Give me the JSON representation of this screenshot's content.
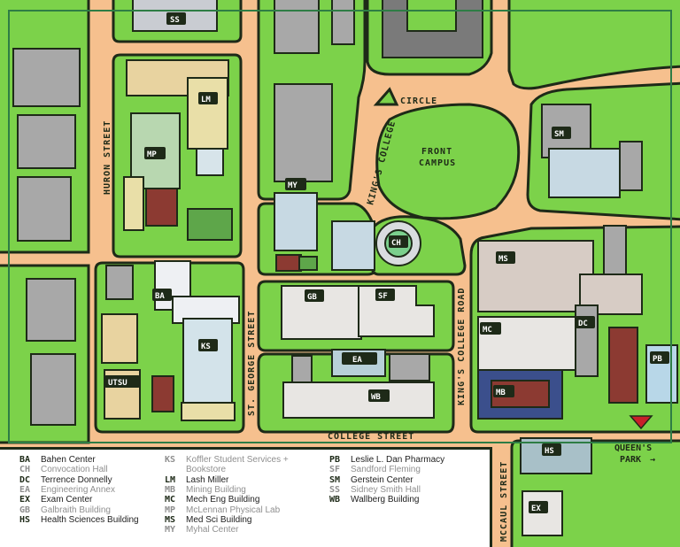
{
  "streets": {
    "huron": "HURON STREET",
    "st_george": "ST. GEORGE STREET",
    "kings_college": "KING'S COLLEGE",
    "kings_college_road": "KING'S COLLEGE ROAD",
    "circle": "CIRCLE",
    "college": "COLLEGE STREET",
    "mccaul": "MCCAUL STREET"
  },
  "areas": {
    "front_campus_line1": "FRONT",
    "front_campus_line2": "CAMPUS"
  },
  "subway": {
    "line1": "QUEEN'S",
    "line2": "PARK",
    "arrow": "→"
  },
  "pins": {
    "ss": "SS",
    "lm": "LM",
    "mp": "MP",
    "my": "MY",
    "ch": "CH",
    "sm": "SM",
    "ms": "MS",
    "ba": "BA",
    "gb": "GB",
    "sf": "SF",
    "ks": "KS",
    "ea": "EA",
    "wb": "WB",
    "mc": "MC",
    "dc": "DC",
    "pb": "PB",
    "mb": "MB",
    "hs": "HS",
    "ex": "EX",
    "utsu": "UTSU"
  },
  "legend": {
    "col1": [
      {
        "code": "BA",
        "name": "Bahen Center",
        "dim": false
      },
      {
        "code": "CH",
        "name": "Convocation Hall",
        "dim": true
      },
      {
        "code": "DC",
        "name": "Terrence Donnelly",
        "dim": false
      },
      {
        "code": "EA",
        "name": "Engineering Annex",
        "dim": true
      },
      {
        "code": "EX",
        "name": "Exam Center",
        "dim": false
      },
      {
        "code": "GB",
        "name": "Galbraith Building",
        "dim": true
      },
      {
        "code": "HS",
        "name": "Health Sciences Building",
        "dim": false
      }
    ],
    "col2": [
      {
        "code": "KS",
        "name": "Koffler Student Services +",
        "name2": "Bookstore",
        "dim": true
      },
      {
        "code": "LM",
        "name": "Lash Miller",
        "dim": false
      },
      {
        "code": "MB",
        "name": "Mining Building",
        "dim": true
      },
      {
        "code": "MC",
        "name": "Mech Eng Building",
        "dim": false
      },
      {
        "code": "MP",
        "name": "McLennan Physical Lab",
        "dim": true
      },
      {
        "code": "MS",
        "name": "Med Sci Building",
        "dim": false
      },
      {
        "code": "MY",
        "name": "Myhal Center",
        "dim": true
      }
    ],
    "col3": [
      {
        "code": "PB",
        "name": "Leslie L. Dan Pharmacy",
        "dim": false
      },
      {
        "code": "SF",
        "name": "Sandford Fleming",
        "dim": true
      },
      {
        "code": "SM",
        "name": "Gerstein Center",
        "dim": false
      },
      {
        "code": "SS",
        "name": "Sidney Smith Hall",
        "dim": true
      },
      {
        "code": "WB",
        "name": "Wallberg Building",
        "dim": false
      }
    ]
  },
  "colors": {
    "grass": "#7cd24a",
    "road": "#f6c08e",
    "outline": "#1e2a18",
    "frame": "#2e7d45",
    "building": "#a8a8a8",
    "pin": "#1e2a18"
  }
}
